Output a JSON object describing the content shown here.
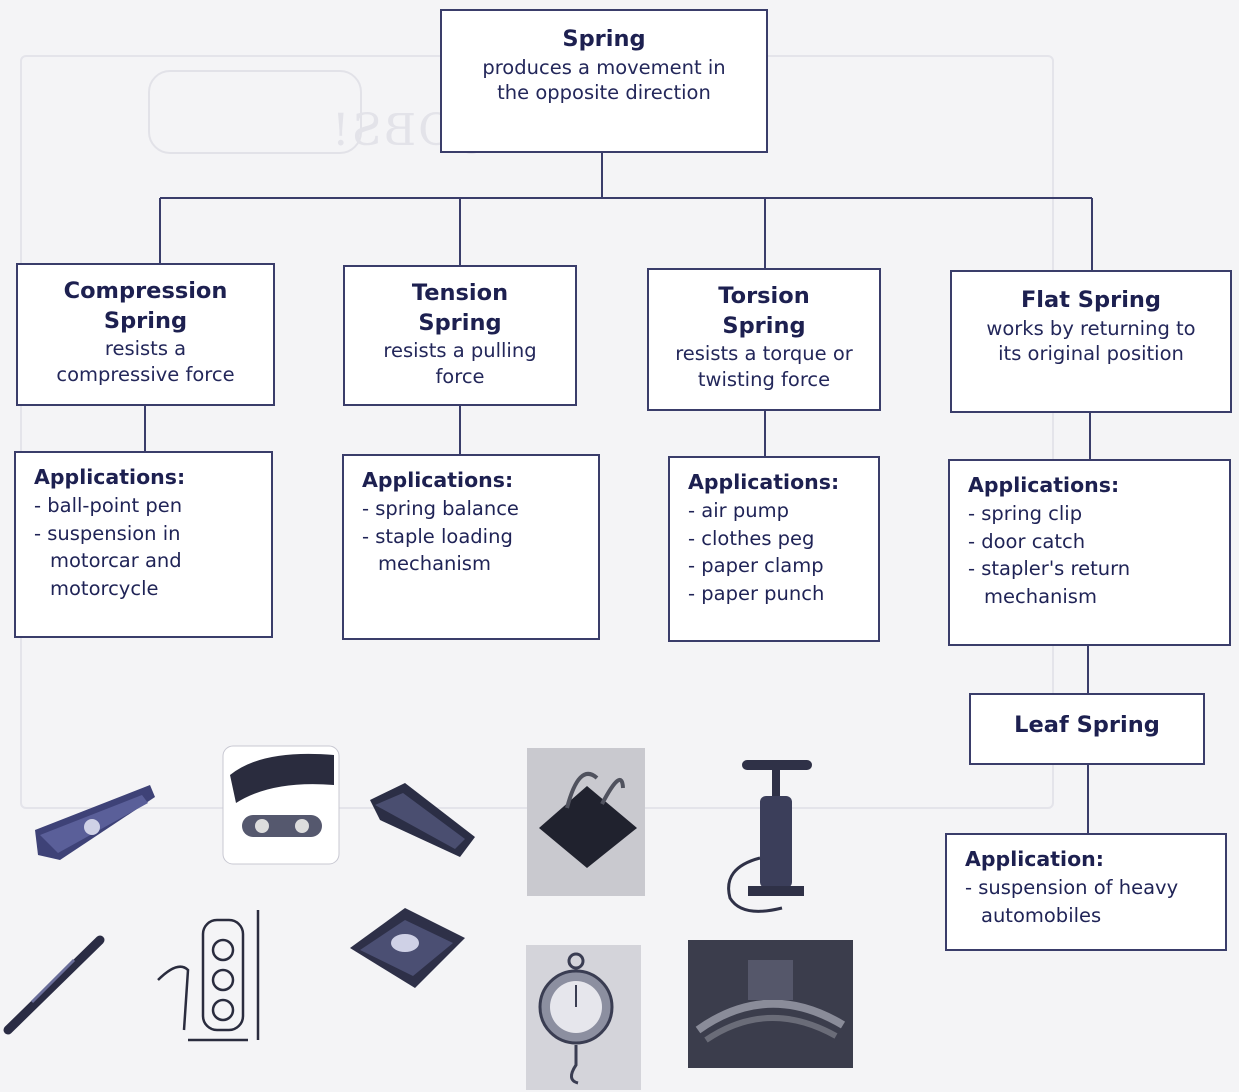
{
  "root": {
    "title": "Spring",
    "desc_line1": "produces a movement in",
    "desc_line2": "the opposite direction"
  },
  "types": [
    {
      "title_line1": "Compression",
      "title_line2": "Spring",
      "desc_line1": "resists a",
      "desc_line2": "compressive force"
    },
    {
      "title_line1": "Tension",
      "title_line2": "Spring",
      "desc_line1": "resists a pulling",
      "desc_line2": "force"
    },
    {
      "title_line1": "Torsion",
      "title_line2": "Spring",
      "desc_line1": "resists a torque or",
      "desc_line2": "twisting force"
    },
    {
      "title_line1": "Flat Spring",
      "desc_line1": "works by returning to",
      "desc_line2": "its original position"
    }
  ],
  "applications": [
    {
      "heading": "Applications:",
      "items": [
        "ball-point pen",
        "suspension in motorcar and motorcycle"
      ]
    },
    {
      "heading": "Applications:",
      "items": [
        "spring balance",
        "staple loading mechanism"
      ]
    },
    {
      "heading": "Applications:",
      "items": [
        "air pump",
        "clothes peg",
        "paper clamp",
        "paper punch"
      ]
    },
    {
      "heading": "Applications:",
      "items": [
        "spring clip",
        "door catch",
        "stapler's return mechanism"
      ]
    }
  ],
  "leaf": {
    "title": "Leaf Spring"
  },
  "leaf_application": {
    "heading": "Application:",
    "items": [
      "suspension of heavy automobiles"
    ]
  },
  "pictures": [
    "clothes-peg",
    "door-catch",
    "stapler",
    "paper-clamp",
    "air-pump",
    "ball-point-pen",
    "spring-clip",
    "paper-punch",
    "spring-balance",
    "leaf-spring-suspension"
  ],
  "colors": {
    "box_border": "#3a3d6a",
    "text": "#1f2356",
    "background": "#f4f4f6"
  }
}
